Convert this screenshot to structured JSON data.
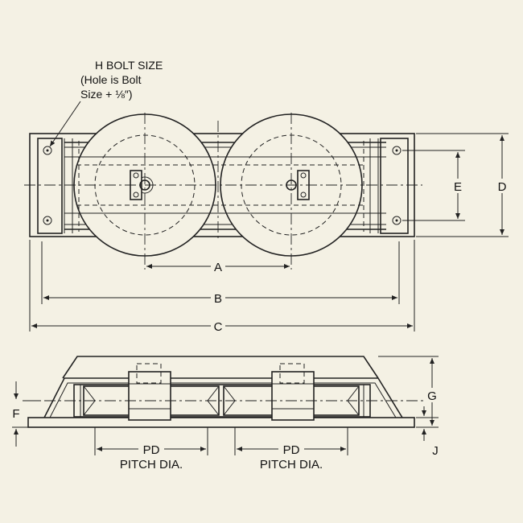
{
  "bolt_note": {
    "line1": "H BOLT SIZE",
    "line2": "(Hole is Bolt",
    "line3": "Size  +  ⅛″)"
  },
  "dimensions": {
    "a": "A",
    "b": "B",
    "c": "C",
    "d": "D",
    "e": "E",
    "f": "F",
    "g": "G",
    "j": "J"
  },
  "pitch_left": {
    "abbr": "PD",
    "full": "PITCH DIA."
  },
  "pitch_right": {
    "abbr": "PD",
    "full": "PITCH DIA."
  }
}
